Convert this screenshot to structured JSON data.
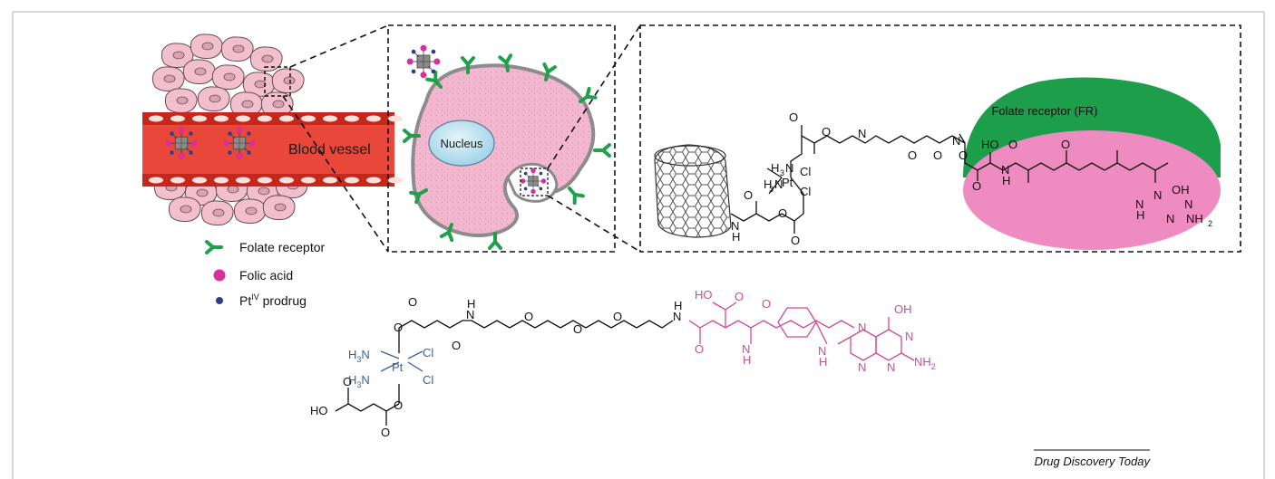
{
  "labels": {
    "blood_vessel": "Blood vessel",
    "nucleus": "Nucleus",
    "folate_receptor_fr": "Folate receptor (FR)"
  },
  "legend": {
    "folate_receptor": "Folate receptor",
    "folic_acid": "Folic acid",
    "pt_prodrug_prefix": "Pt",
    "pt_prodrug_sup": "IV",
    "pt_prodrug_suffix": " prodrug"
  },
  "atoms": {
    "O": "O",
    "N": "N",
    "H": "H",
    "HO": "HO",
    "OH": "OH",
    "Cl": "Cl",
    "Pt": "Pt",
    "H3N": "H",
    "sub3": "3",
    "NH2": "NH",
    "sub2": "2"
  },
  "credit": "Drug Discovery Today",
  "colors": {
    "vessel_red": "#e8473a",
    "vessel_wall": "#c4281c",
    "cell_pink": "#f3b6cf",
    "receptor_green": "#1fa04a",
    "folic_magenta": "#d82f9a",
    "prodrug_blue": "#303c8c",
    "fr_green": "#1c9e4b",
    "fr_pink": "#ee8bc0",
    "pt_blue": "#3a5ea8",
    "fa_pink": "#d4489a"
  }
}
